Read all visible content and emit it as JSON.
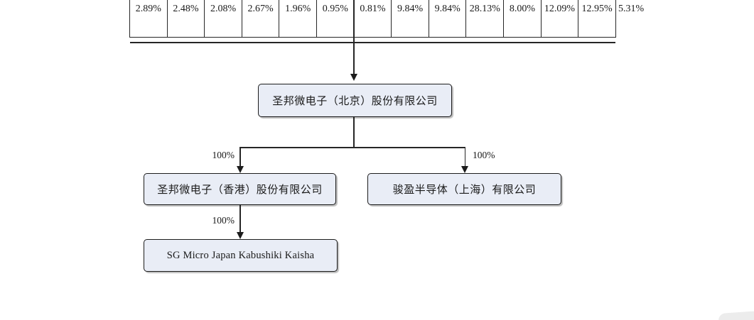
{
  "top_row": {
    "cells": [
      "2.89%",
      "2.48%",
      "2.08%",
      "2.67%",
      "1.96%",
      "0.95%",
      "0.81%",
      "9.84%",
      "9.84%",
      "28.13%",
      "8.00%",
      "12.09%",
      "12.95%"
    ],
    "overflow_cell": "5.31%"
  },
  "nodes": {
    "parent": {
      "label": "圣邦微电子（北京）股份有限公司"
    },
    "hongkong": {
      "label": "圣邦微电子（香港）股份有限公司"
    },
    "shanghai": {
      "label": "骏盈半导体（上海）有限公司"
    },
    "japan": {
      "label": "SG Micro Japan Kabushiki Kaisha"
    }
  },
  "edges": {
    "parent_to_hongkong": {
      "label": "100%"
    },
    "parent_to_shanghai": {
      "label": "100%"
    },
    "hongkong_to_japan": {
      "label": "100%"
    }
  },
  "colors": {
    "node_fill": "#e9edf6",
    "node_border": "#1c1c1c",
    "line": "#262626",
    "text": "#1a1a1a"
  }
}
